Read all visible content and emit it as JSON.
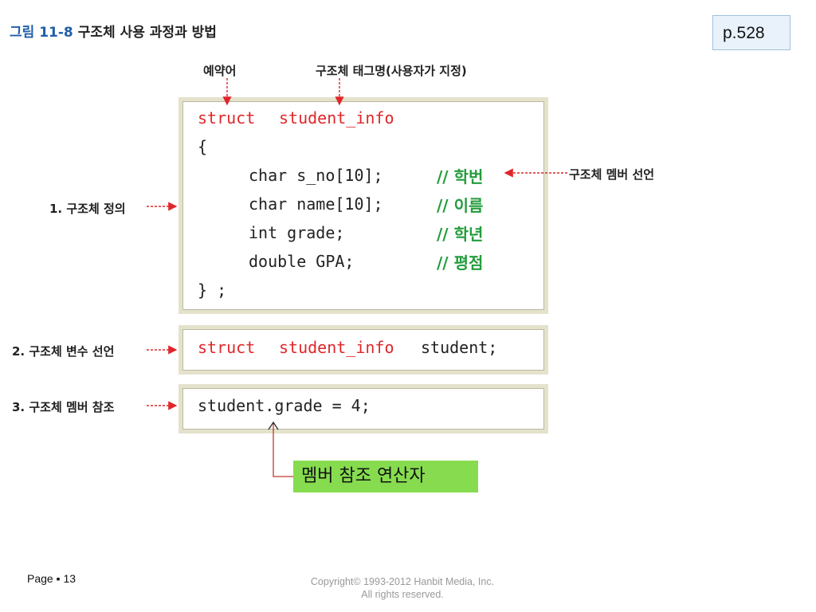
{
  "figure": {
    "number": "그림 11-8",
    "title": "구조체 사용 과정과 방법"
  },
  "page_ref": "p.528",
  "annotations": {
    "reserved_word": "예약어",
    "tag_name": "구조체 태그명(사용자가 지정)",
    "member_decl": "구조체 멤버 선언",
    "step1": "1. 구조체 정의",
    "step2": "2. 구조체 변수 선언",
    "step3": "3. 구조체 멤버 참조"
  },
  "code_definition": {
    "keyword": "struct",
    "tag": "student_info",
    "open_brace": "{",
    "members": [
      {
        "decl": "char s_no[10];",
        "comment": "// 학번"
      },
      {
        "decl": "char name[10];",
        "comment": "// 이름"
      },
      {
        "decl": "int grade;",
        "comment": "// 학년"
      },
      {
        "decl": "double GPA;",
        "comment": "// 평점"
      }
    ],
    "close": "} ;"
  },
  "code_variable": {
    "keyword": "struct",
    "tag": "student_info",
    "var": "student;"
  },
  "code_reference": "student.grade = 4;",
  "operator_label": "멤버 참조 연산자",
  "footer": {
    "page": "Page ▪ 13",
    "copyright_line1": "Copyright© 1993-2012 Hanbit Media, Inc.",
    "copyright_line2": "All rights reserved."
  },
  "colors": {
    "keyword": "#e0262a",
    "comment": "#239c3c",
    "title_number": "#1f5fa8",
    "arrow": "#e0262a",
    "operator_bg": "#86dc4e"
  }
}
